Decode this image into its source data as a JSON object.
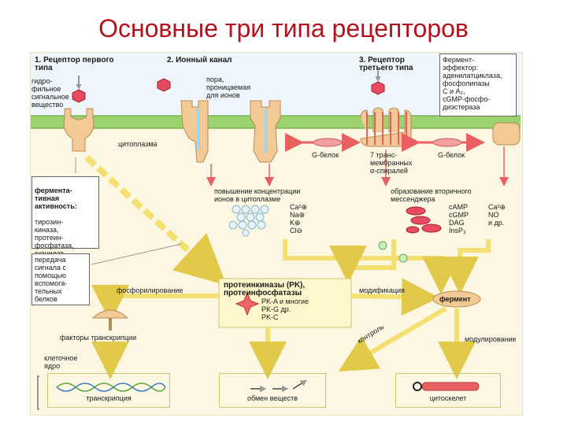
{
  "title": "Основные три типа рецепторов",
  "colors": {
    "title": "#b4111b",
    "membrane": "#9bd36f",
    "arrow": "#e86060",
    "yellow_arrow": "#f4e070",
    "receptor": "#f3c996",
    "ion": "#e84a5f"
  },
  "headers": {
    "r1": "1. Рецептор первого\nтипа",
    "r2": "2. Ионный канал",
    "r3": "3. Рецептор\nтретьего типа"
  },
  "labels": {
    "hydrophilic": "гидро-\nфильное\nсигнальное\nвещество",
    "pore": "пора,\nпроницаемая\nдля ионов",
    "cytoplasm": "цитоплазма",
    "g_protein_left": "G-белок",
    "g_protein_right": "G-белок",
    "seven_tm": "7 транс-\nмембранных\nα-спиралей",
    "ion_conc": "повышение концентрации\nионов в цитоплазме",
    "ions": "Ca²⊕\nNa⊕\nK⊕\nCl⊖",
    "second_messenger": "образование вторичного\nмессенджера",
    "messengers_left": "cAMP\ncGMP\nDAG\nInsP₃",
    "messengers_right": "Ca²⊕\nNO\nи др.",
    "phosphorylation": "фосфорилирование",
    "pk_title": "протеинкиназы (PK),\nпротеинфосфатазы",
    "pk_list": "PK-A  и многие\nPK-G  др.\nPK-C",
    "modification": "модификация",
    "enzyme": "фермент",
    "transcription_factors": "факторы транскрипции",
    "nucleus": "клеточное\nядро",
    "control": "контроль",
    "modulation": "модулирование"
  },
  "boxes": {
    "enzyme_effector": "Фермент-\nэффектор:\nаденилатциклаза,\nфосфолипазы\nC и A₂,\ncGMP-фосфо-\nдиэстераза",
    "enzymatic_activity_head": "фермента-\nтивная\nактивность:",
    "enzymatic_activity_body": "тирозин-\nкиназа,\nпротеин-\nфосфатаза,\nгуанилат-\nциклаза",
    "signal_transfer": "передача\nсигнала с\nпомощью\nвспомога-\nтельных\nбелков"
  },
  "outcomes": [
    "транскрипция",
    "обмен веществ",
    "цитоскелет"
  ]
}
